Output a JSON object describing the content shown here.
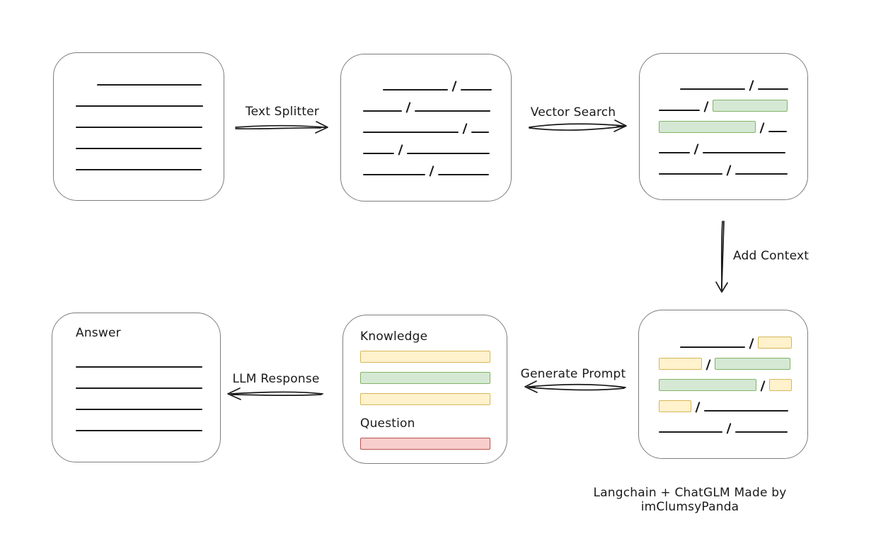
{
  "caption": "Langchain + ChatGLM Made by imClumsyPanda",
  "colors": {
    "ink": "#1a1a1a",
    "box_border": "#7d7d7d",
    "green_fill": "#d5e8d4",
    "green_border": "#82b366",
    "yellow_fill": "#fff2cc",
    "yellow_border": "#d6b656",
    "red_fill": "#f8cecc",
    "red_border": "#b85450"
  },
  "arrows": {
    "text_splitter": {
      "label": "Text Splitter",
      "direction": "right"
    },
    "vector_search": {
      "label": "Vector Search",
      "direction": "right"
    },
    "add_context": {
      "label": "Add Context",
      "direction": "down"
    },
    "generate_prompt": {
      "label": "Generate Prompt",
      "direction": "left"
    },
    "llm_response": {
      "label": "LLM Response",
      "direction": "left"
    }
  },
  "boxes": {
    "source_document": {
      "description": "document with plain text lines",
      "items": [
        {
          "kind": "row",
          "indent": 30,
          "segments": [
            {
              "kind": "line",
              "w": 148
            }
          ]
        },
        {
          "kind": "row",
          "segments": [
            {
              "kind": "line",
              "w": 180
            }
          ]
        },
        {
          "kind": "row",
          "segments": [
            {
              "kind": "line",
              "w": 179
            }
          ]
        },
        {
          "kind": "row",
          "segments": [
            {
              "kind": "line",
              "w": 178
            }
          ]
        },
        {
          "kind": "row",
          "segments": [
            {
              "kind": "line",
              "w": 178
            }
          ]
        }
      ]
    },
    "split_chunks": {
      "description": "text split into chunks by slashes",
      "items": [
        {
          "kind": "row",
          "indent": 28,
          "segments": [
            {
              "kind": "line",
              "w": 92
            },
            {
              "kind": "slash"
            },
            {
              "kind": "line",
              "w": 44
            }
          ]
        },
        {
          "kind": "row",
          "segments": [
            {
              "kind": "line",
              "w": 55
            },
            {
              "kind": "slash"
            },
            {
              "kind": "line",
              "w": 107
            }
          ]
        },
        {
          "kind": "row",
          "segments": [
            {
              "kind": "line",
              "w": 135
            },
            {
              "kind": "slash"
            },
            {
              "kind": "line",
              "w": 25
            }
          ]
        },
        {
          "kind": "row",
          "segments": [
            {
              "kind": "line",
              "w": 44
            },
            {
              "kind": "slash"
            },
            {
              "kind": "line",
              "w": 117
            }
          ]
        },
        {
          "kind": "row",
          "segments": [
            {
              "kind": "line",
              "w": 88
            },
            {
              "kind": "slash"
            },
            {
              "kind": "line",
              "w": 72
            }
          ]
        }
      ]
    },
    "matched_chunks": {
      "description": "chunks with vector-search matches highlighted green",
      "items": [
        {
          "kind": "row",
          "indent": 30,
          "segments": [
            {
              "kind": "line",
              "w": 92
            },
            {
              "kind": "slash"
            },
            {
              "kind": "line",
              "w": 43
            }
          ]
        },
        {
          "kind": "row",
          "segments": [
            {
              "kind": "line",
              "w": 58
            },
            {
              "kind": "slash"
            },
            {
              "kind": "chunk",
              "color": "green",
              "w": 106
            }
          ]
        },
        {
          "kind": "row",
          "segments": [
            {
              "kind": "chunk",
              "color": "green",
              "w": 137
            },
            {
              "kind": "slash"
            },
            {
              "kind": "line",
              "w": 26
            }
          ]
        },
        {
          "kind": "row",
          "segments": [
            {
              "kind": "line",
              "w": 44
            },
            {
              "kind": "slash"
            },
            {
              "kind": "line",
              "w": 117
            }
          ]
        },
        {
          "kind": "row",
          "segments": [
            {
              "kind": "line",
              "w": 90
            },
            {
              "kind": "slash"
            },
            {
              "kind": "line",
              "w": 74
            }
          ]
        }
      ]
    },
    "context_chunks": {
      "description": "matched chunks with surrounding context highlighted yellow",
      "items": [
        {
          "kind": "row",
          "indent": 30,
          "segments": [
            {
              "kind": "line",
              "w": 92
            },
            {
              "kind": "slash"
            },
            {
              "kind": "chunk",
              "color": "yellow",
              "w": 48
            }
          ]
        },
        {
          "kind": "row",
          "segments": [
            {
              "kind": "chunk",
              "color": "yellow",
              "w": 61
            },
            {
              "kind": "slash"
            },
            {
              "kind": "chunk",
              "color": "green",
              "w": 107
            }
          ]
        },
        {
          "kind": "row",
          "segments": [
            {
              "kind": "chunk",
              "color": "green",
              "w": 138
            },
            {
              "kind": "slash"
            },
            {
              "kind": "chunk",
              "color": "yellow",
              "w": 32
            }
          ]
        },
        {
          "kind": "row",
          "segments": [
            {
              "kind": "chunk",
              "color": "yellow",
              "w": 46
            },
            {
              "kind": "slash"
            },
            {
              "kind": "line",
              "w": 119
            }
          ]
        },
        {
          "kind": "row",
          "segments": [
            {
              "kind": "line",
              "w": 90
            },
            {
              "kind": "slash"
            },
            {
              "kind": "line",
              "w": 74
            }
          ]
        }
      ]
    },
    "prompt": {
      "description": "generated prompt with knowledge and question sections",
      "items": [
        {
          "kind": "label",
          "text": "Knowledge",
          "name": "knowledge-label"
        },
        {
          "kind": "bar",
          "color": "yellow"
        },
        {
          "kind": "bar",
          "color": "green"
        },
        {
          "kind": "bar",
          "color": "yellow"
        },
        {
          "kind": "label",
          "text": "Question",
          "name": "question-label"
        },
        {
          "kind": "bar",
          "color": "red"
        }
      ]
    },
    "answer": {
      "description": "LLM answer document",
      "items": [
        {
          "kind": "label",
          "text": "Answer",
          "name": "answer-label"
        },
        {
          "kind": "row",
          "segments": [
            {
              "kind": "line",
              "w": 179
            }
          ]
        },
        {
          "kind": "row",
          "segments": [
            {
              "kind": "line",
              "w": 179
            }
          ]
        },
        {
          "kind": "row",
          "segments": [
            {
              "kind": "line",
              "w": 179
            }
          ]
        },
        {
          "kind": "row",
          "segments": [
            {
              "kind": "line",
              "w": 179
            }
          ]
        }
      ]
    }
  }
}
